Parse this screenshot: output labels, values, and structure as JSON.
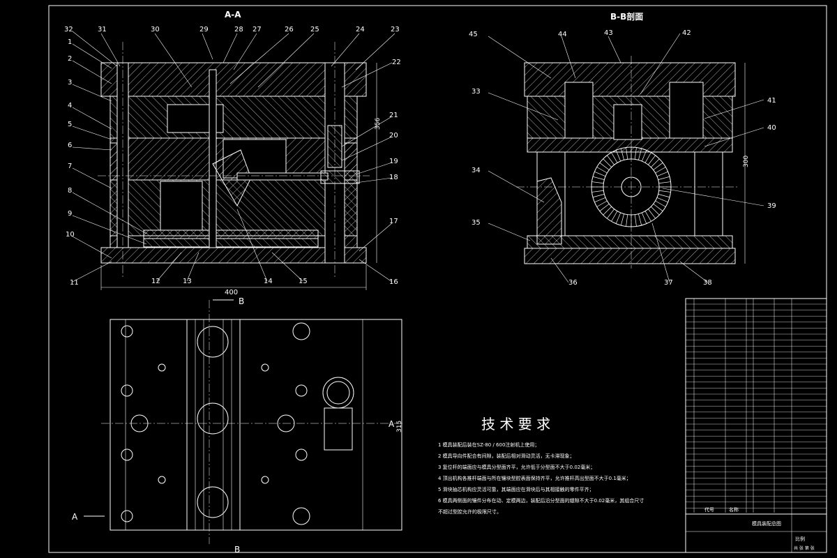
{
  "drawing": {
    "section_aa_title": "A-A",
    "section_bb_title": "B-B剖面",
    "dimension_width_aa": "400",
    "dimension_height_aa": "356",
    "dimension_height_bb": "300",
    "dimension_height_plan": "315",
    "cut_marker_a": "A",
    "cut_marker_b": "B",
    "cut_marker_a_side": "A"
  },
  "part_numbers_aa_left": [
    "32",
    "1",
    "2",
    "3",
    "4",
    "5",
    "6",
    "7",
    "8",
    "9",
    "10",
    "11"
  ],
  "part_numbers_aa_top": [
    "31",
    "30",
    "29",
    "28",
    "27",
    "26",
    "25",
    "24",
    "23"
  ],
  "part_numbers_aa_right": [
    "22",
    "21",
    "20",
    "19",
    "18",
    "17",
    "16"
  ],
  "part_numbers_aa_bottom": [
    "12",
    "13",
    "14",
    "15"
  ],
  "part_numbers_bb": [
    "45",
    "44",
    "43",
    "42",
    "33",
    "41",
    "40",
    "34",
    "39",
    "35",
    "36",
    "37",
    "38"
  ],
  "technical_requirements": {
    "title": "技 术 要 求",
    "items": [
      "1  模具装配后装在SZ-80 / 600注射机上使用；",
      "2  模具导向件配合有间隙，装配后相对滑动灵活，无卡滞现象；",
      "3  复位杆的端面应与模具分型面齐平，允许低于分型面不大于0.02毫米；",
      "4  顶出机构各推杆端面与所在镶块型腔表面保持齐平，允许推杆高出型面不大于0.1毫米；",
      "5  滑块抽芯机构应灵活可靠，其端面应在滑块后与其相接触的零件平齐；",
      "6  模具两侧面的镶件分布在动、定模两边，装配后沿分型面的缝隙不大于0.02毫米，其组合尺寸",
      "不超过型腔允许的极限尺寸。"
    ]
  },
  "title_block": {
    "header_code": "代号",
    "header_name": "名称",
    "drawing_name": "模具装配总图",
    "scale_label": "比例",
    "sheet_label": "共  张  第  张"
  }
}
